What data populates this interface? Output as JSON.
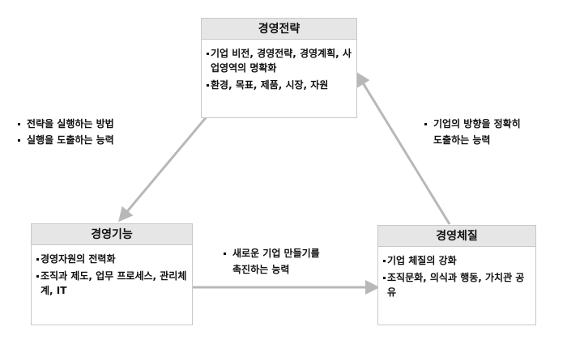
{
  "boxes": {
    "strategy": {
      "title": "경영전략",
      "items": [
        "기업 비전, 경영전략, 경영계획, 사업영역의 명확화",
        "환경, 목표, 제품, 시장, 자원"
      ]
    },
    "function": {
      "title": "경영기능",
      "items": [
        "경영자원의 전력화",
        "조직과 제도, 업무 프로세스, 관리체계, IT"
      ]
    },
    "constitution": {
      "title": "경영체질",
      "items": [
        "기업 체질의 강화",
        "조직문화, 의식과 행동, 가치관 공유"
      ]
    }
  },
  "notes": {
    "left": [
      "전략을 실행하는 방법",
      "실행을 도출하는 능력"
    ],
    "right": {
      "line1": "기업의 방향을 정확히",
      "line2": "도출하는 능력"
    },
    "bottom": {
      "line1": "새로운 기업 만들기를",
      "line2": "촉진하는 능력"
    }
  },
  "colors": {
    "arrow": "#b8b8b8",
    "box_header": "#e6e6e6",
    "box_border": "#c8c8c8"
  }
}
